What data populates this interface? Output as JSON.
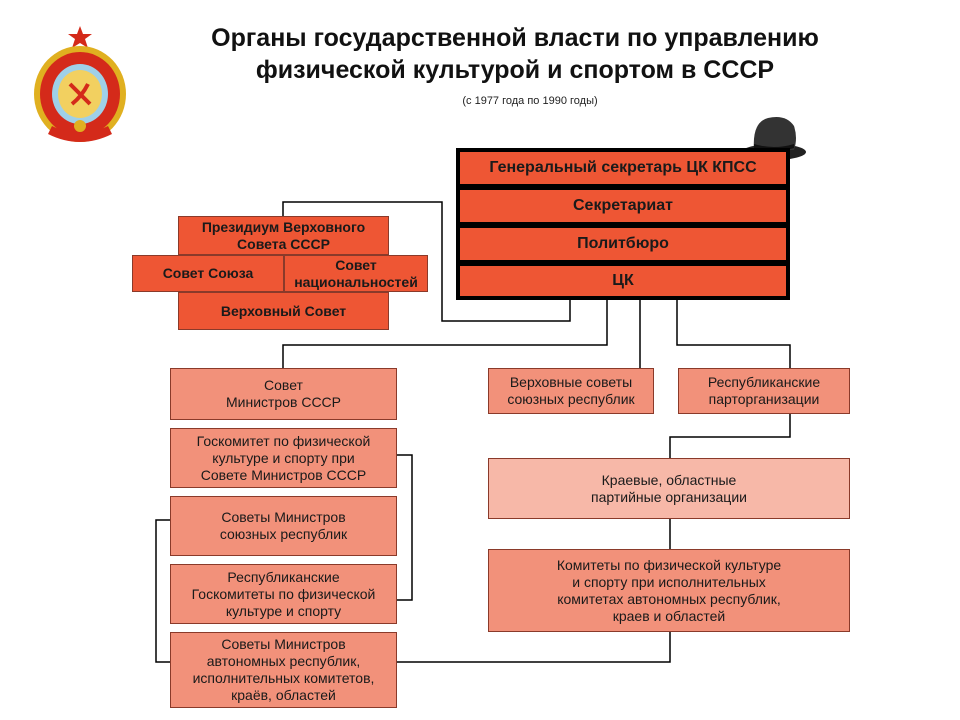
{
  "header": {
    "title_line1": "Органы государственной власти по управлению",
    "title_line2": "физической культурой и спортом в СССР",
    "subtitle": "(с 1977 года по 1990 годы)"
  },
  "party_stack": {
    "general_secretary": "Генеральный секретарь ЦК КПСС",
    "secretariat": "Секретариат",
    "politburo": "Политбюро",
    "central_committee": "ЦК"
  },
  "supreme_soviet": {
    "presidium_line1": "Президиум Верховного",
    "presidium_line2": "Совета СССР",
    "soviet_union": "Совет Союза",
    "soviet_nationalities_line1": "Совет",
    "soviet_nationalities_line2": "национальностей",
    "supreme_soviet": "Верховный Совет"
  },
  "left_column": {
    "council_ministers_line1": "Совет",
    "council_ministers_line2": "Министров СССР",
    "goskomsport_line1": "Госкомитет по физической",
    "goskomsport_line2": "культуре и спорту при",
    "goskomsport_line3": "Совете Министров СССР",
    "union_councils_line1": "Советы Министров",
    "union_councils_line2": "союзных республик",
    "rep_committees_line1": "Республиканские",
    "rep_committees_line2": "Госкомитеты по физической",
    "rep_committees_line3": "культуре и спорту",
    "autonomous_line1": "Советы Министров",
    "autonomous_line2": "автономных республик,",
    "autonomous_line3": "исполнительных комитетов,",
    "autonomous_line4": "краёв, областей"
  },
  "right_side": {
    "supreme_rep_line1": "Верховные советы",
    "supreme_rep_line2": "союзных республик",
    "party_orgs_line1": "Республиканские",
    "party_orgs_line2": "парторганизации",
    "regional_line1": "Краевые, областные",
    "regional_line2": "партийные организации",
    "committees_line1": "Комитеты по физической культуре",
    "committees_line2": "и спорту при исполнительных",
    "committees_line3": "комитетах автономных республик,",
    "committees_line4": "краев и областей"
  },
  "colors": {
    "dark_box": "#ee5634",
    "mid_box": "#f2917a",
    "light_box": "#f7b8a8",
    "emblem_red": "#d42a1a",
    "emblem_gold": "#e0b020"
  },
  "icons": {
    "emblem": "ussr-coat-of-arms-icon",
    "hat": "black-hat-icon"
  }
}
